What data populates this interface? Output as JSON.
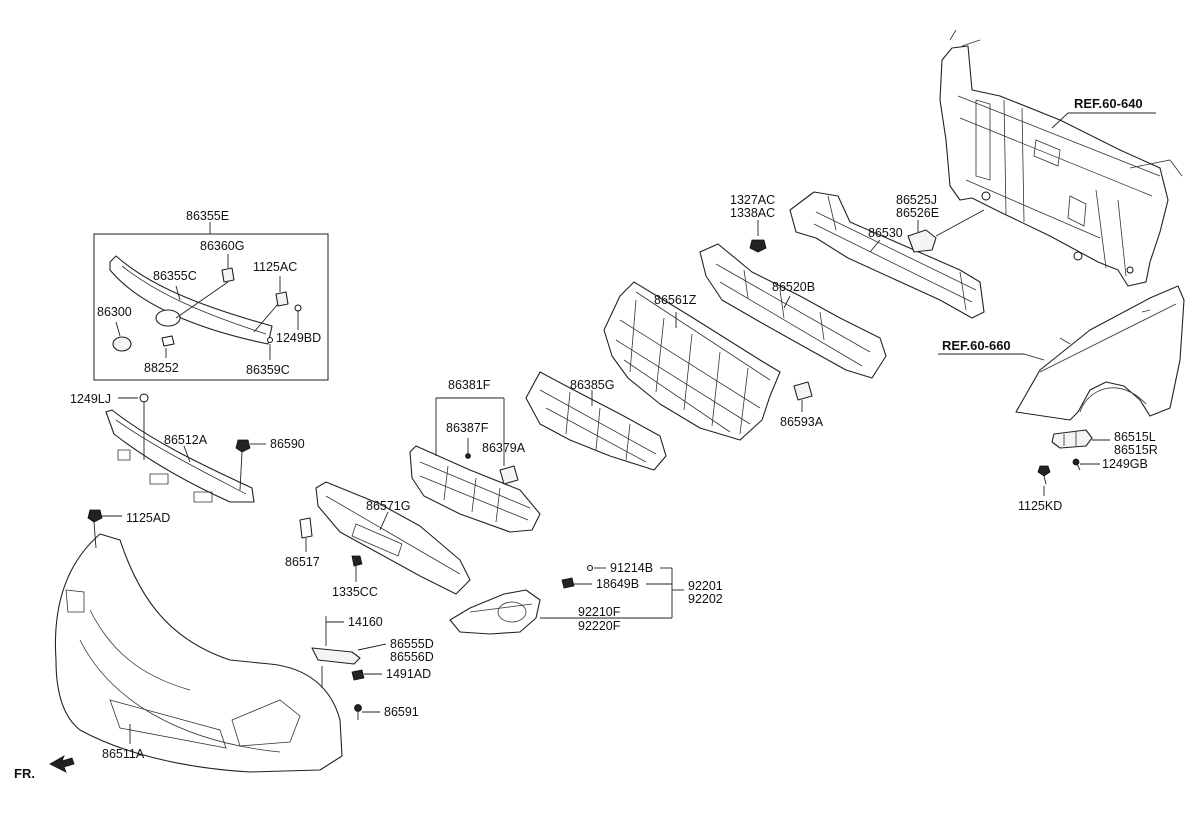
{
  "diagram": {
    "refs": {
      "r1": "REF.60-640",
      "r2": "REF.60-660"
    },
    "orientation": "FR.",
    "labels": {
      "p86355E": "86355E",
      "p86360G": "86360G",
      "p86355C": "86355C",
      "p1125AC": "1125AC",
      "p86300": "86300",
      "p1249BD": "1249BD",
      "p88252": "88252",
      "p86359C": "86359C",
      "p1249LJ": "1249LJ",
      "p86512A": "86512A",
      "p86590": "86590",
      "p1125AD": "1125AD",
      "p86511A": "86511A",
      "p86571G": "86571G",
      "p86517": "86517",
      "p1335CC": "1335CC",
      "p14160": "14160",
      "p86555D": "86555D",
      "p86556D": "86556D",
      "p1491AD": "1491AD",
      "p86591": "86591",
      "p86381F": "86381F",
      "p86387F": "86387F",
      "p86379A": "86379A",
      "p86385G": "86385G",
      "p86561Z": "86561Z",
      "p86520B": "86520B",
      "p86593A": "86593A",
      "p86530": "86530",
      "p1327AC": "1327AC",
      "p1338AC": "1338AC",
      "p86525J": "86525J",
      "p86526E": "86526E",
      "p91214B": "91214B",
      "p18649B": "18649B",
      "p92201": "92201",
      "p92202": "92202",
      "p92210F": "92210F",
      "p92220F": "92220F",
      "p86515L": "86515L",
      "p86515R": "86515R",
      "p1249GB": "1249GB",
      "p1125KD": "1125KD"
    }
  }
}
